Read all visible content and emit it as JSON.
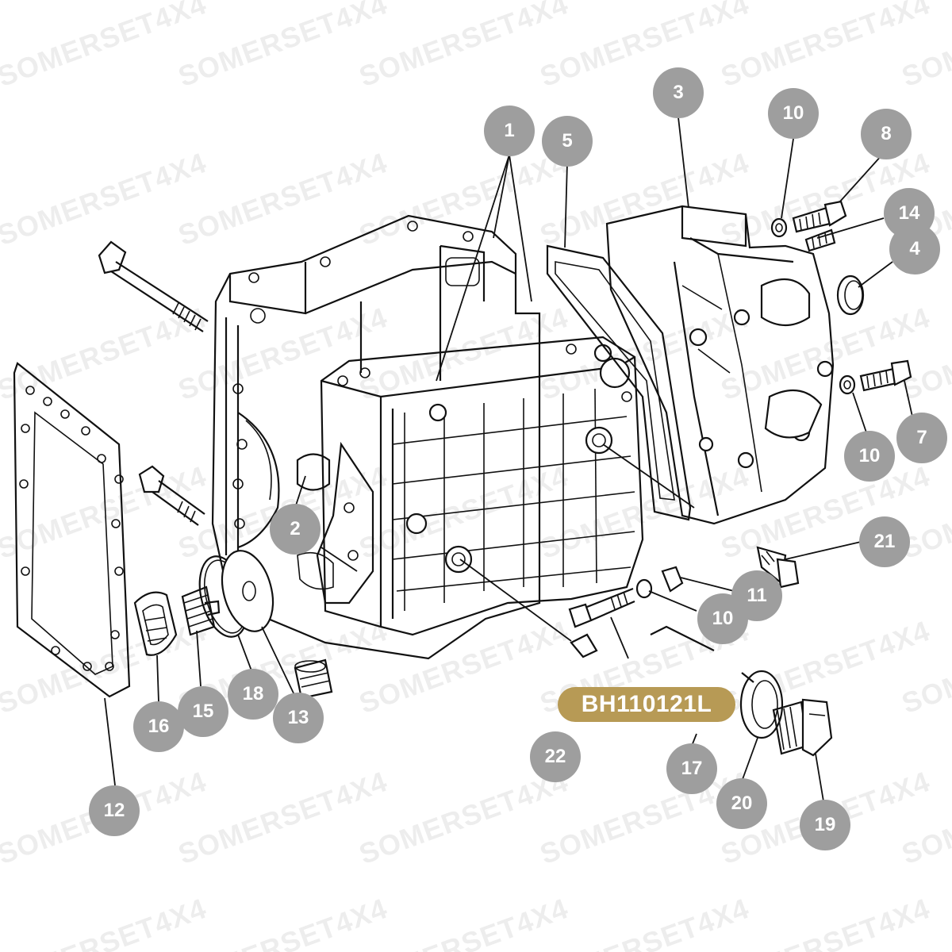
{
  "watermark": {
    "text": "SOMERSET4X4"
  },
  "part_number": {
    "label": "BH110121L",
    "color": "#b79a55"
  },
  "callout_color": "#9e9e9e",
  "callouts": [
    {
      "id": "c1",
      "label": "1"
    },
    {
      "id": "c2",
      "label": "2"
    },
    {
      "id": "c3",
      "label": "3"
    },
    {
      "id": "c4",
      "label": "4"
    },
    {
      "id": "c5",
      "label": "5"
    },
    {
      "id": "c7",
      "label": "7"
    },
    {
      "id": "c8",
      "label": "8"
    },
    {
      "id": "c10a",
      "label": "10"
    },
    {
      "id": "c10b",
      "label": "10"
    },
    {
      "id": "c10c",
      "label": "10"
    },
    {
      "id": "c11",
      "label": "11"
    },
    {
      "id": "c12",
      "label": "12"
    },
    {
      "id": "c13",
      "label": "13"
    },
    {
      "id": "c14",
      "label": "14"
    },
    {
      "id": "c15",
      "label": "15"
    },
    {
      "id": "c16",
      "label": "16"
    },
    {
      "id": "c17",
      "label": "17"
    },
    {
      "id": "c18",
      "label": "18"
    },
    {
      "id": "c19",
      "label": "19"
    },
    {
      "id": "c20",
      "label": "20"
    },
    {
      "id": "c21",
      "label": "21"
    },
    {
      "id": "c22",
      "label": "22"
    }
  ]
}
